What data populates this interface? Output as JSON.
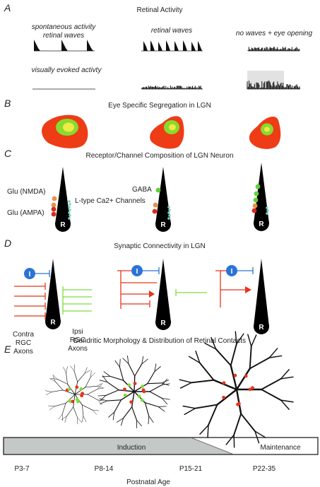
{
  "panels": {
    "a": {
      "letter": "A",
      "title": "Retinal Activity",
      "conditions": [
        "spontaneous activity\nretinal waves",
        "retinal waves",
        "no waves + eye opening"
      ],
      "evoked_label": "visually evoked activty"
    },
    "b": {
      "letter": "B",
      "title": "Eye Specific Segregation in LGN"
    },
    "c": {
      "letter": "C",
      "title": "Receptor/Channel Composition of LGN Neuron",
      "labels": {
        "nmda": "Glu (NMDA)",
        "ampa": "Glu (AMPA)",
        "ltype": "L-type Ca2+ Channels",
        "gaba": "GABA",
        "soma": "R"
      }
    },
    "d": {
      "letter": "D",
      "title": "Synaptic Connectivity in LGN",
      "labels": {
        "inter": "I",
        "soma": "R",
        "contra": "Contra\nRGC\nAxons",
        "ipsi": "Ipsi\nRGC\nAxons"
      }
    },
    "e": {
      "letter": "E",
      "title": "Dendritic Morphology & Distribution of Retinal Contacts"
    }
  },
  "timeline": {
    "phase_induction": "Induction",
    "phase_maintenance": "Maintenance",
    "ages": [
      "P3-7",
      "P8-14",
      "P15-21",
      "P22-35"
    ],
    "axis_label": "Postnatal Age"
  },
  "colors": {
    "contra": "#e8341c",
    "ipsi": "#7fdc3a",
    "interneuron": "#2b73d6",
    "nmda": "#e8934a",
    "ampa": "#d92b1a",
    "gaba": "#5fd23a",
    "ca": "#7fd0c4",
    "induction_fill": "#c4c9c8"
  }
}
